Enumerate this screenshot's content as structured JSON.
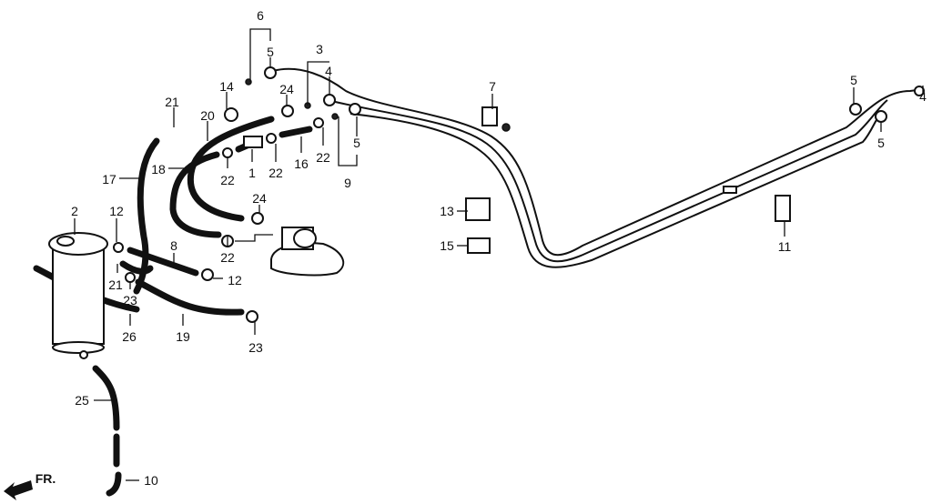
{
  "diagram": {
    "direction_label": "FR.",
    "callouts": [
      "6",
      "5",
      "3",
      "4",
      "14",
      "24",
      "21",
      "20",
      "5",
      "9",
      "22",
      "1",
      "22",
      "16",
      "22",
      "18",
      "17",
      "24",
      "2",
      "12",
      "8",
      "22",
      "12",
      "21",
      "23",
      "26",
      "19",
      "23",
      "25",
      "10",
      "7",
      "13",
      "15",
      "11",
      "5",
      "4",
      "5"
    ]
  }
}
